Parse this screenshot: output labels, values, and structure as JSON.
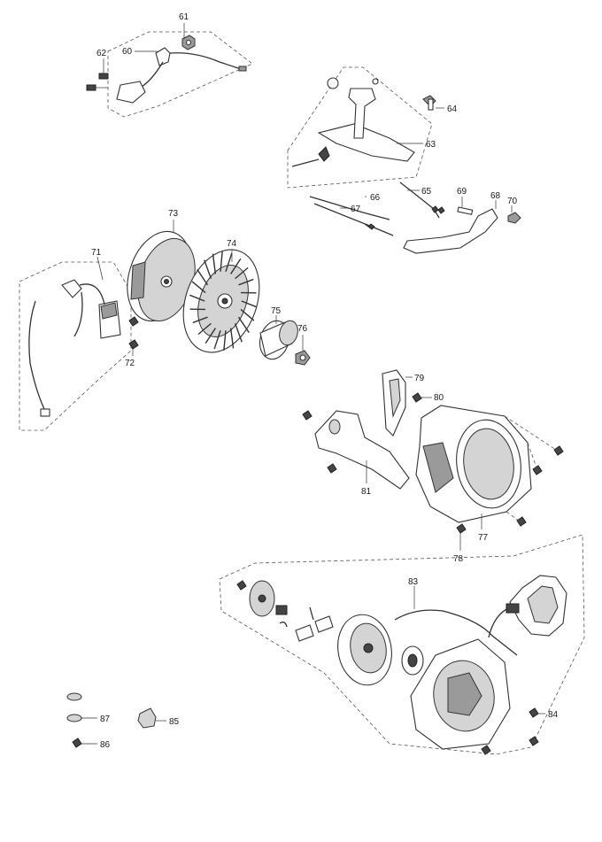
{
  "diagram": {
    "type": "exploded-parts-diagram",
    "callouts": {
      "c60": "60",
      "c61": "61",
      "c62": "62",
      "c63": "63",
      "c64": "64",
      "c65": "65",
      "c66": "66",
      "c67": "67",
      "c68": "68",
      "c69": "69",
      "c70": "70",
      "c71": "71",
      "c72": "72",
      "c73": "73",
      "c74": "74",
      "c75": "75",
      "c76": "76",
      "c77": "77",
      "c78": "78",
      "c79": "79",
      "c80": "80",
      "c81": "81",
      "c83": "83",
      "c84": "84",
      "c85": "85",
      "c86": "86",
      "c87": "87"
    },
    "colors": {
      "line": "#333333",
      "shade": "#9a9a9a",
      "light": "#d4d4d4",
      "background": "#ffffff"
    }
  }
}
